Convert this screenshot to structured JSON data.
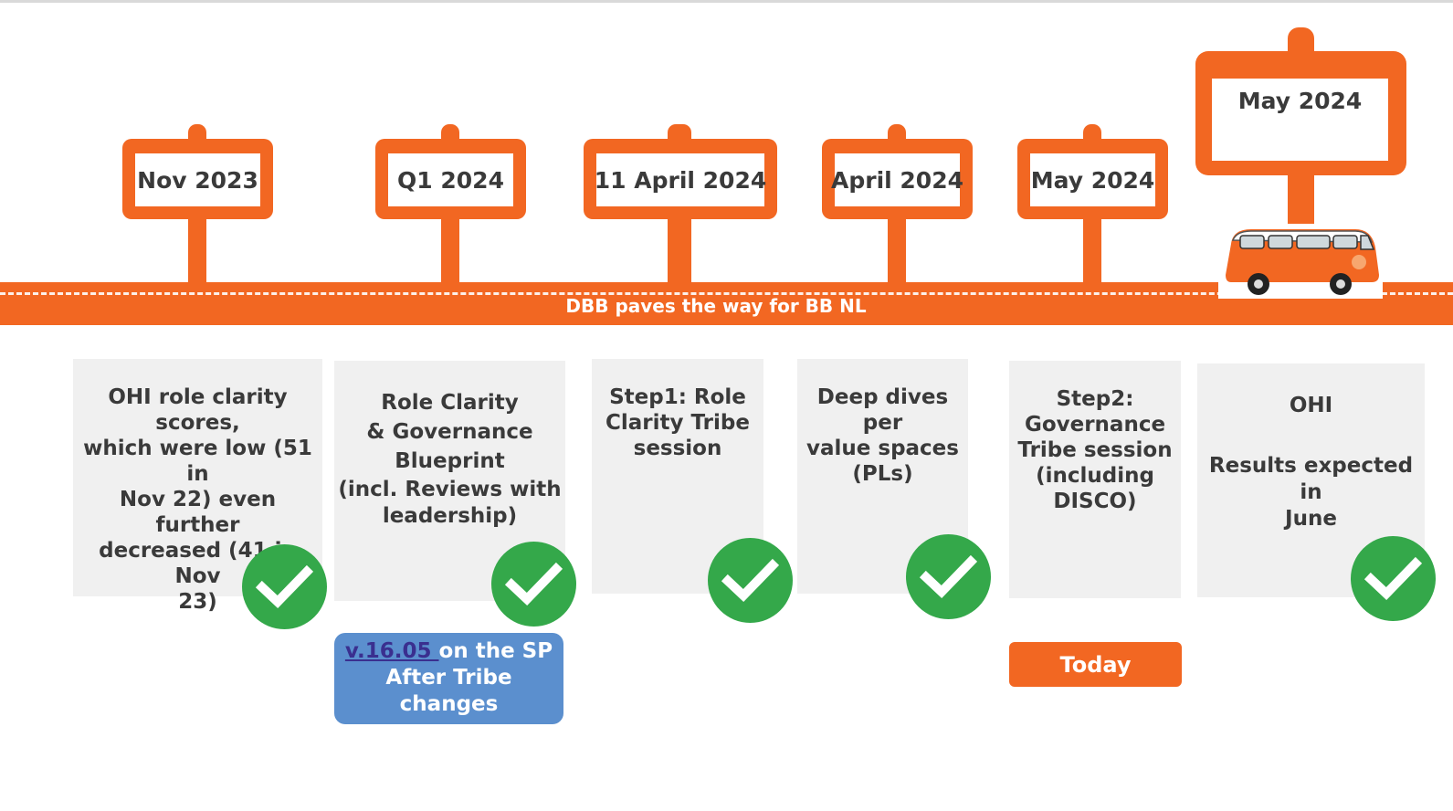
{
  "milestones": [
    {
      "date": "Nov 2023",
      "text": [
        "OHI role clarity scores,",
        "which were low (51 in",
        "Nov 22) even further",
        "decreased (41 in Nov",
        "23)"
      ],
      "done": true
    },
    {
      "date": "Q1 2024",
      "text": [
        "Role Clarity",
        "& Governance",
        "Blueprint",
        "(incl. Reviews with",
        "leadership)"
      ],
      "done": true
    },
    {
      "date": "11 April 2024",
      "text": [
        "Step1: Role",
        "Clarity Tribe",
        "session"
      ],
      "done": true
    },
    {
      "date": "April 2024",
      "text": [
        "Deep dives per",
        "value spaces",
        "(PLs)"
      ],
      "done": true
    },
    {
      "date": "May 2024",
      "text": [
        "Step2:",
        "Governance",
        "Tribe session",
        "(including",
        "DISCO)"
      ],
      "done": false
    },
    {
      "date": "May 2024",
      "text": [
        "OHI",
        "",
        "Results expected in",
        "June"
      ],
      "done": true
    }
  ],
  "road": {
    "label": "DBB paves the way for BB NL"
  },
  "note": {
    "link_text": "v.16.05 ",
    "line1_rest": "on the SP",
    "line2": "After Tribe",
    "line3": "changes"
  },
  "today_label": "Today",
  "colors": {
    "orange": "#f26722",
    "green": "#34a84a",
    "note_blue": "#5b8fce",
    "card_gray": "#f0f0f0"
  }
}
